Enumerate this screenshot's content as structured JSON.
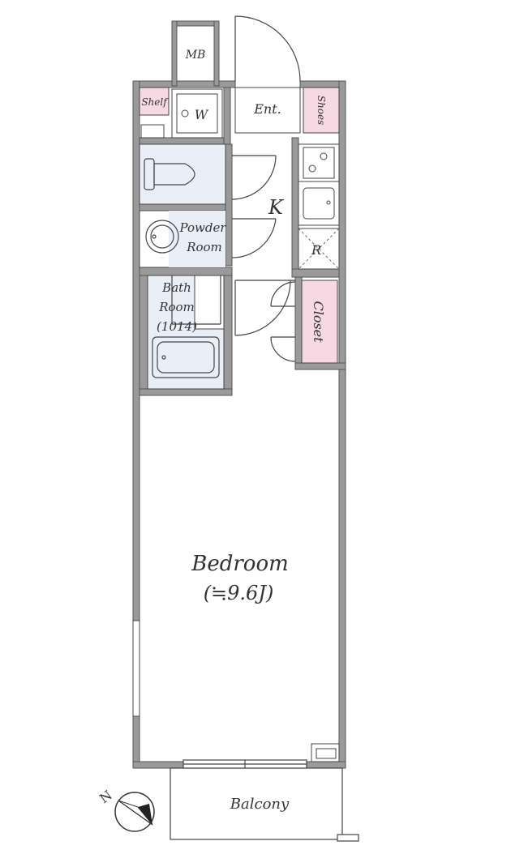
{
  "plan": {
    "rooms": {
      "mb": "MB",
      "shelf": "Shelf",
      "washer": "W",
      "entrance": "Ent.",
      "shoes": "Shoes",
      "kitchen": "K",
      "powder_line1": "Powder",
      "powder_line2": "Room",
      "fridge": "R",
      "bath_line1": "Bath",
      "bath_line2": "Room",
      "bath_line3": "(1014)",
      "closet": "Closet",
      "bedroom": "Bedroom",
      "bedroom_size": "(≒9.6J)",
      "balcony": "Balcony"
    },
    "compass_label": "N",
    "colors": {
      "wall": "#9a9a9a",
      "wall_edge": "#555555",
      "pink": "#f6d9e3",
      "blue": "#e9eef7",
      "line": "#444444"
    }
  }
}
